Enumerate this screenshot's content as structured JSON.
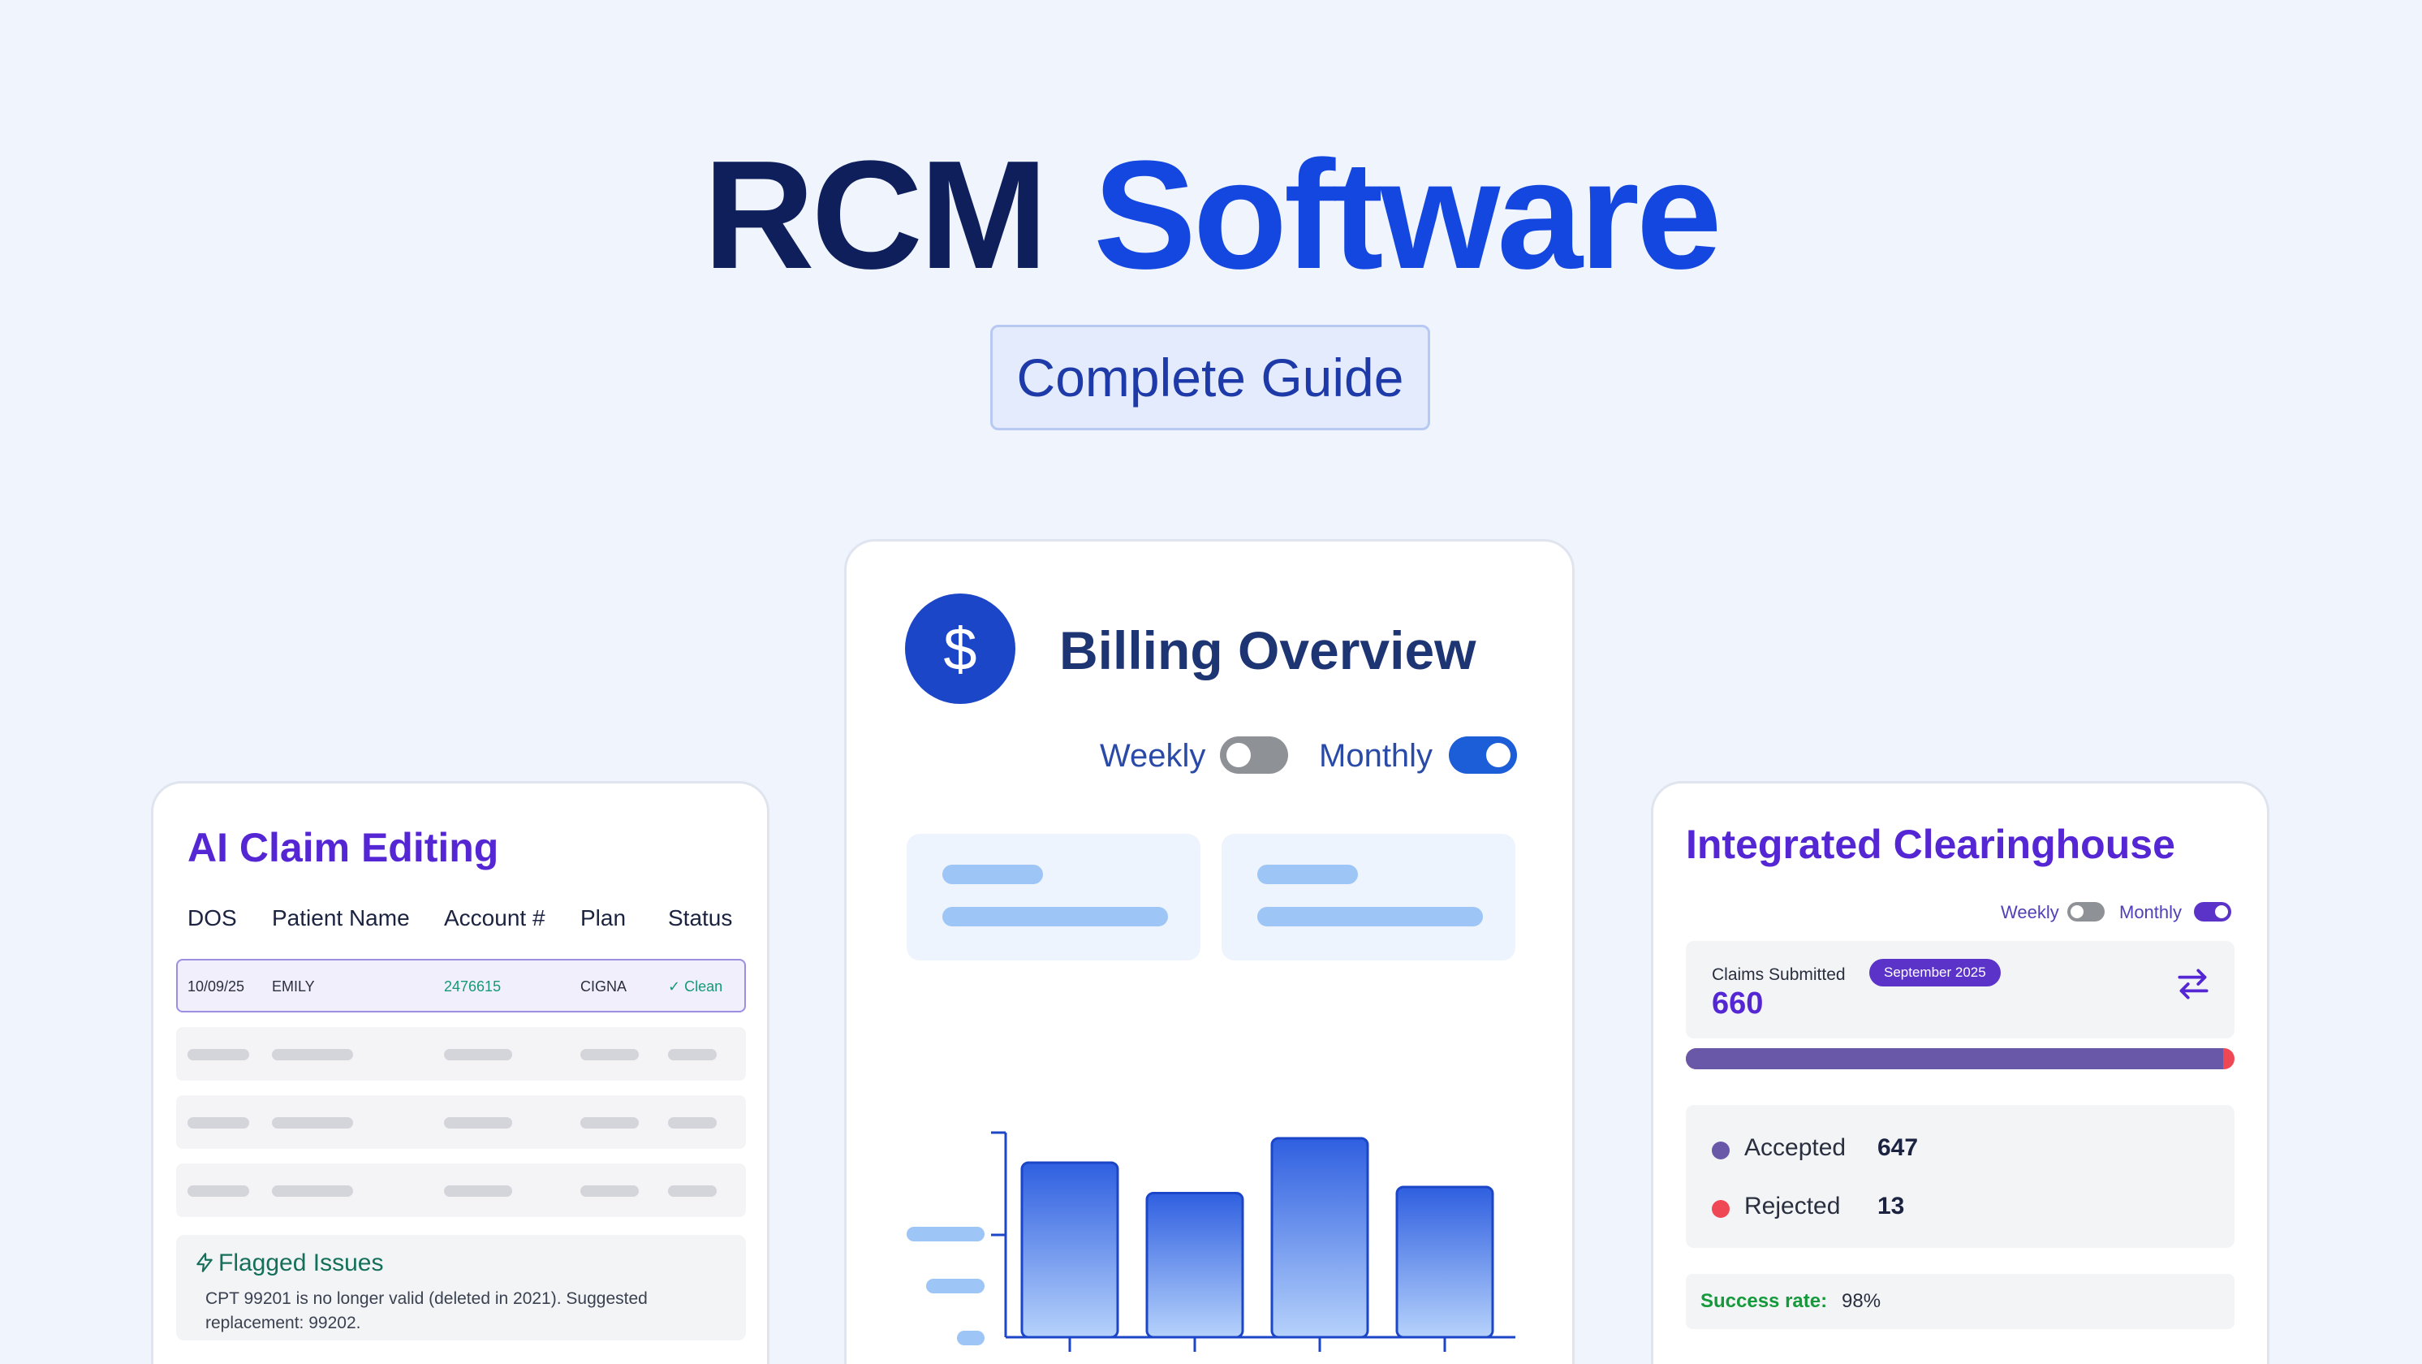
{
  "hero": {
    "title_part1": "RCM",
    "title_part2": "Software",
    "subtitle": "Complete Guide"
  },
  "claim_editing": {
    "title": "AI Claim Editing",
    "columns": [
      "DOS",
      "Patient Name",
      "Account #",
      "Plan",
      "Status"
    ],
    "row": {
      "dos": "10/09/25",
      "patient": "EMILY",
      "account": "2476615",
      "plan": "CIGNA",
      "status": "✓ Clean"
    },
    "flagged_title": "Flagged Issues",
    "flagged_desc": "CPT 99201 is no longer valid (deleted in 2021). Suggested replacement: 99202."
  },
  "billing": {
    "title": "Billing Overview",
    "icon": "dollar-icon",
    "toggle_weekly": "Weekly",
    "toggle_monthly": "Monthly",
    "weekly_on": false,
    "monthly_on": true
  },
  "chart_data": {
    "type": "bar",
    "categories": [
      "",
      "",
      "",
      ""
    ],
    "values": [
      0.86,
      0.71,
      0.98,
      0.74
    ],
    "ylim": [
      0,
      1
    ]
  },
  "clearinghouse": {
    "title": "Integrated Clearinghouse",
    "toggle_weekly": "Weekly",
    "toggle_monthly": "Monthly",
    "claims_label": "Claims Submitted",
    "month_badge": "September 2025",
    "claims_value": "660",
    "accepted_label": "Accepted",
    "accepted_value": "647",
    "rejected_label": "Rejected",
    "rejected_value": "13",
    "accepted_fraction": 0.98,
    "success_label": "Success rate:",
    "success_value": "98%"
  },
  "colors": {
    "navy": "#0f1f5c",
    "brand_blue": "#1447e0",
    "purple": "#5526d4",
    "accepted": "#6958a8",
    "rejected": "#f04755",
    "success": "#149a3a"
  }
}
